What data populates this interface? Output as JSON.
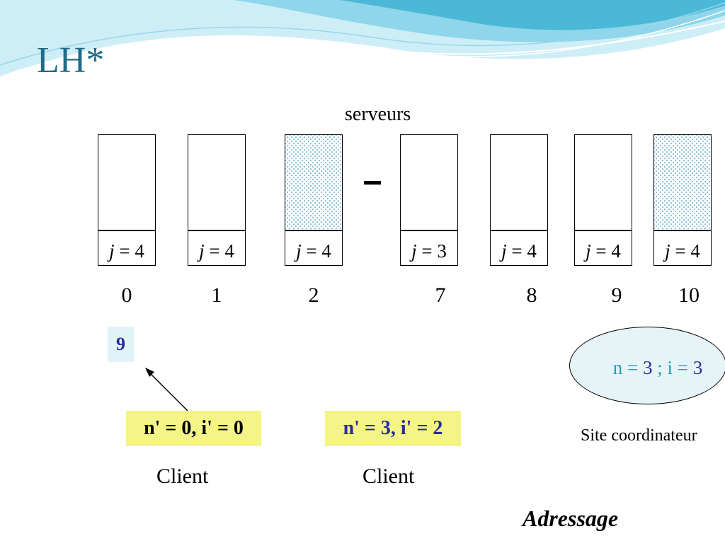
{
  "slide": {
    "title": "LH*",
    "servers_label": "serveurs",
    "servers": [
      {
        "index": "0",
        "level_var": "j",
        "level_eq": " = 4",
        "highlighted": false
      },
      {
        "index": "1",
        "level_var": "j",
        "level_eq": " = 4",
        "highlighted": false
      },
      {
        "index": "2",
        "level_var": "j",
        "level_eq": " = 4",
        "highlighted": true
      },
      {
        "index": "7",
        "level_var": "j",
        "level_eq": " = 3",
        "highlighted": false
      },
      {
        "index": "8",
        "level_var": "j",
        "level_eq": " = 4",
        "highlighted": false
      },
      {
        "index": "9",
        "level_var": "j",
        "level_eq": " = 4",
        "highlighted": false
      },
      {
        "index": "10",
        "level_var": "j",
        "level_eq": " = 4",
        "highlighted": true
      }
    ],
    "gap_symbol": "-",
    "key": "9",
    "clients": [
      {
        "image": "n' = 0, i' = 0",
        "label": "Client"
      },
      {
        "image": "n' = 3, i' = 2",
        "label": "Client"
      }
    ],
    "coordinator": {
      "n_label": "n = ",
      "n_value": "3",
      "separator": " ; ",
      "i_label": "i = ",
      "i_value": "3",
      "label": "Site coordinateur"
    },
    "footer": "Adressage",
    "colors": {
      "title": "#1f6b87",
      "key_text": "#2a2aa0",
      "client_bg": "#f4f586",
      "coordinator_text": "#1f9bbd",
      "dot_fill": "#2d8fb8"
    }
  }
}
